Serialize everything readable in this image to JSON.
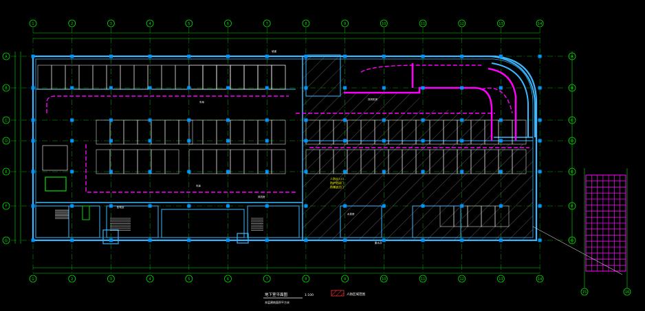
{
  "drawing": {
    "title": "地下室平面图",
    "scale": "1:100",
    "note": "本层建筑面积平方米"
  },
  "legend": {
    "label": "人防区域范围"
  },
  "grid": {
    "columns": [
      "1",
      "2",
      "3",
      "4",
      "5",
      "6",
      "7",
      "8",
      "9",
      "10",
      "11",
      "12",
      "13",
      "14"
    ],
    "rows": [
      "A",
      "B",
      "C",
      "D",
      "E",
      "F",
      "G"
    ],
    "side_columns": [
      "15",
      "16"
    ]
  },
  "colors": {
    "background": "#000000",
    "wall": "#3bb8ff",
    "column": "#0096ff",
    "dimension": "#00e000",
    "drive_path": "#ff00ff",
    "annotation": "#ffff00",
    "text": "#ffffff",
    "hatch": "#7a7a7a",
    "legend_hatch": "#ff3030"
  }
}
